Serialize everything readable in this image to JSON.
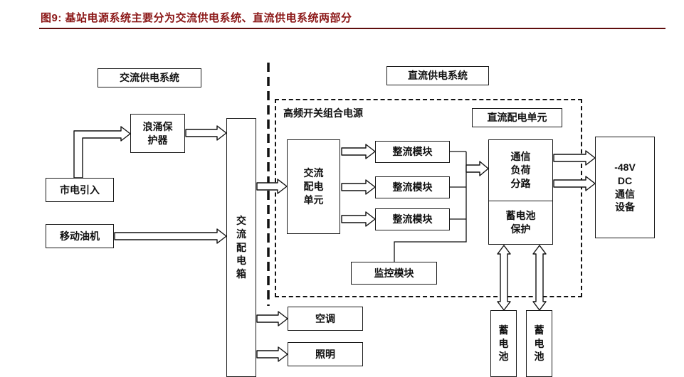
{
  "figure": {
    "title": "图9: 基站电源系统主要分为交流供电系统、直流供电系统两部分"
  },
  "diagram": {
    "ac_system_label": "交流供电系统",
    "dc_system_label": "直流供电系统",
    "hf_power_label": "高频开关组合电源",
    "dc_dist_unit": "直流配电单元",
    "ac_dist_unit": "交流\n配电\n单元",
    "rectifier_1": "整流模块",
    "rectifier_2": "整流模块",
    "rectifier_3": "整流模块",
    "monitor_module": "监控模块",
    "comm_load_branch": "通信\n负荷\n分路",
    "battery_protection": "蓄电池\n保护",
    "dc_equipment": "-48V\nDC\n通信\n设备",
    "surge_protector": "浪涌保\n护器",
    "mains_input": "市电引入",
    "mobile_generator": "移动油机",
    "ac_dist_cabinet": "交\n流\n配\n电\n箱",
    "air_conditioner": "空调",
    "lighting": "照明",
    "battery_1": "蓄\n电\n池",
    "battery_2": "蓄\n电\n池"
  }
}
